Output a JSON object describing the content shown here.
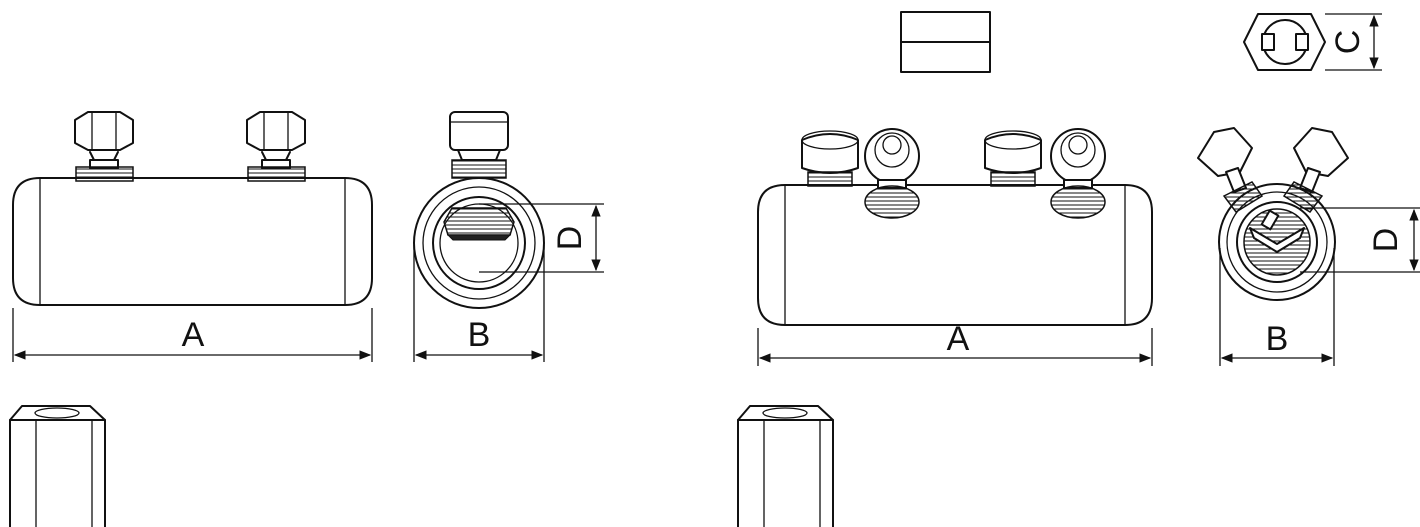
{
  "figure": {
    "left_connector": {
      "dimensions": {
        "length": "A",
        "width": "B",
        "bore": "D"
      }
    },
    "right_connector": {
      "dimensions": {
        "length": "A",
        "width": "B",
        "bore": "D",
        "bolt_head": "C"
      }
    }
  }
}
